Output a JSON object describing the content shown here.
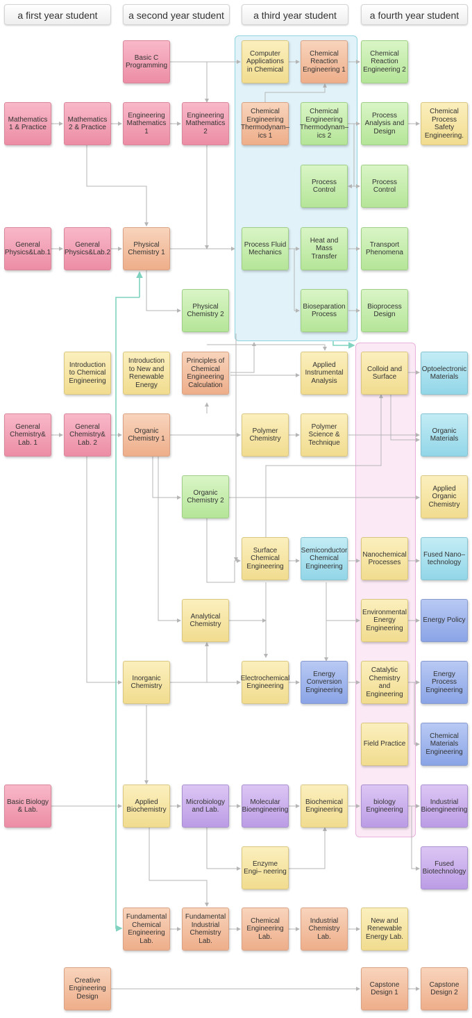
{
  "headers": [
    "a first year student",
    "a second year student",
    "a third year student",
    "a fourth year student"
  ],
  "colors": {
    "red": "#ec8da5",
    "orange": "#eeae8a",
    "yellow": "#f1dc8f",
    "green": "#b5e598",
    "cyan": "#92d6e8",
    "blue": "#8aa4e6",
    "purple": "#bb9ce5",
    "line": "#b5b5b5",
    "highlight_line": "#7fd3c0",
    "group_blue": "#dcf0f8",
    "group_pink": "#fae6f5"
  },
  "groups": [
    {
      "name": "third-year-blue-group",
      "style": "blue"
    },
    {
      "name": "fourth-year-pink-group",
      "style": "pink"
    }
  ],
  "courses": [
    {
      "id": "basic-c",
      "label": "Basic C Programming",
      "color": "red"
    },
    {
      "id": "comp-app",
      "label": "Computer Applications in Chemical",
      "color": "yellow"
    },
    {
      "id": "cre1",
      "label": "Chemical Reaction Engineering 1",
      "color": "orange"
    },
    {
      "id": "cre2",
      "label": "Chemical Reaction Engineering 2",
      "color": "green"
    },
    {
      "id": "math1",
      "label": "Mathematics 1 & Practice",
      "color": "red"
    },
    {
      "id": "math2",
      "label": "Mathematics 2 & Practice",
      "color": "red"
    },
    {
      "id": "engmath1",
      "label": "Engineering Mathematics 1",
      "color": "red"
    },
    {
      "id": "engmath2",
      "label": "Engineering Mathematics 2",
      "color": "red"
    },
    {
      "id": "thermo1",
      "label": "Chemical Engineering Thermodynam–ics 1",
      "color": "orange"
    },
    {
      "id": "thermo2",
      "label": "Chemical Engineering Thermodynam–ics 2",
      "color": "green"
    },
    {
      "id": "pad",
      "label": "Process Analysis and Design",
      "color": "green"
    },
    {
      "id": "safety",
      "label": "Chemical Process Safety Engineering.",
      "color": "yellow"
    },
    {
      "id": "pc3",
      "label": "Process Control",
      "color": "green"
    },
    {
      "id": "pc4",
      "label": "Process Control",
      "color": "green"
    },
    {
      "id": "phys1",
      "label": "General Physics&Lab.1",
      "color": "red"
    },
    {
      "id": "phys2",
      "label": "General Physics&Lab.2",
      "color": "red"
    },
    {
      "id": "pchem1",
      "label": "Physical Chemistry 1",
      "color": "orange"
    },
    {
      "id": "pfm",
      "label": "Process Fluid Mechanics",
      "color": "green"
    },
    {
      "id": "hmt",
      "label": "Heat and Mass Transfer",
      "color": "green"
    },
    {
      "id": "transport",
      "label": "Transport Phenomena",
      "color": "green"
    },
    {
      "id": "pchem2",
      "label": "Physical Chemistry 2",
      "color": "green"
    },
    {
      "id": "biosep",
      "label": "Bioseparation Process",
      "color": "green"
    },
    {
      "id": "bioproc",
      "label": "Bioprocess Design",
      "color": "green"
    },
    {
      "id": "intro-che",
      "label": "Introduction to Chemical Engineering",
      "color": "yellow"
    },
    {
      "id": "intro-nre",
      "label": "Introduction to New and Renewable Energy",
      "color": "yellow"
    },
    {
      "id": "principles",
      "label": "Principles of Chemical Engineering Calculation",
      "color": "orange"
    },
    {
      "id": "aia",
      "label": "Applied Instrumental Analysis",
      "color": "yellow"
    },
    {
      "id": "colloid",
      "label": "Colloid and Surface",
      "color": "yellow"
    },
    {
      "id": "opto",
      "label": "Optoelectronic Materials",
      "color": "cyan"
    },
    {
      "id": "chem1",
      "label": "General Chemistry& Lab. 1",
      "color": "red"
    },
    {
      "id": "chem2",
      "label": "General Chemistry& Lab. 2",
      "color": "red"
    },
    {
      "id": "ochem1",
      "label": "Organic Chemistry 1",
      "color": "orange"
    },
    {
      "id": "polychem",
      "label": "Polymer Chemistry",
      "color": "yellow"
    },
    {
      "id": "polysci",
      "label": "Polymer Science & Technique",
      "color": "yellow"
    },
    {
      "id": "orgmat",
      "label": "Organic Materials",
      "color": "cyan"
    },
    {
      "id": "ochem2",
      "label": "Organic Chemistry 2",
      "color": "green"
    },
    {
      "id": "aoc",
      "label": "Applied Organic Chemistry",
      "color": "yellow"
    },
    {
      "id": "sce",
      "label": "Surface Chemical Engineering",
      "color": "yellow"
    },
    {
      "id": "semi",
      "label": "Semiconductor Chemical Engineering",
      "color": "cyan"
    },
    {
      "id": "nano",
      "label": "Nanochemical Processes",
      "color": "yellow"
    },
    {
      "id": "fused-nano",
      "label": "Fused Nano– technology",
      "color": "cyan"
    },
    {
      "id": "anchem",
      "label": "Analytical Chemistry",
      "color": "yellow"
    },
    {
      "id": "eee",
      "label": "Environmental Energy Engineering",
      "color": "yellow"
    },
    {
      "id": "epolicy",
      "label": "Energy Policy",
      "color": "blue"
    },
    {
      "id": "inorg",
      "label": "Inorganic Chemistry",
      "color": "yellow"
    },
    {
      "id": "electro",
      "label": "Electrochemical Engineering",
      "color": "yellow"
    },
    {
      "id": "ece",
      "label": "Energy Conversion Engineering",
      "color": "blue"
    },
    {
      "id": "catalytic",
      "label": "Catalytic Chemistry and Engineering",
      "color": "yellow"
    },
    {
      "id": "epe",
      "label": "Energy Process Engineering",
      "color": "blue"
    },
    {
      "id": "field",
      "label": "Field Practice",
      "color": "yellow"
    },
    {
      "id": "cme",
      "label": "Chemical Materials Engineering",
      "color": "blue"
    },
    {
      "id": "biology",
      "label": "Basic Biology & Lab.",
      "color": "red"
    },
    {
      "id": "appbio",
      "label": "Applied Biochemistry",
      "color": "yellow"
    },
    {
      "id": "micro",
      "label": "Microbiology and Lab.",
      "color": "purple"
    },
    {
      "id": "molbio",
      "label": "Molecular Bioengineering",
      "color": "purple"
    },
    {
      "id": "biochem-eng",
      "label": "Biochemical Engineering",
      "color": "yellow"
    },
    {
      "id": "bio-eng",
      "label": "biology Engineering",
      "color": "purple"
    },
    {
      "id": "ind-bio",
      "label": "Industrial Bioengineering",
      "color": "purple"
    },
    {
      "id": "enzyme",
      "label": "Enzyme Engi– neering",
      "color": "yellow"
    },
    {
      "id": "fused-bio",
      "label": "Fused Biotechnology",
      "color": "purple"
    },
    {
      "id": "fcel",
      "label": "Fundamental Chemical Engineering Lab.",
      "color": "orange"
    },
    {
      "id": "ficl",
      "label": "Fundamental Industrial Chemistry Lab.",
      "color": "orange"
    },
    {
      "id": "cel",
      "label": "Chemical Engineering Lab.",
      "color": "orange"
    },
    {
      "id": "icl",
      "label": "Industrial Chemistry Lab.",
      "color": "orange"
    },
    {
      "id": "nrel",
      "label": "New and Renewable Energy Lab.",
      "color": "yellow"
    },
    {
      "id": "creative",
      "label": "Creative Engineering Design",
      "color": "orange"
    },
    {
      "id": "cap1",
      "label": "Capstone Design 1",
      "color": "orange"
    },
    {
      "id": "cap2",
      "label": "Capstone Design 2",
      "color": "orange"
    }
  ]
}
